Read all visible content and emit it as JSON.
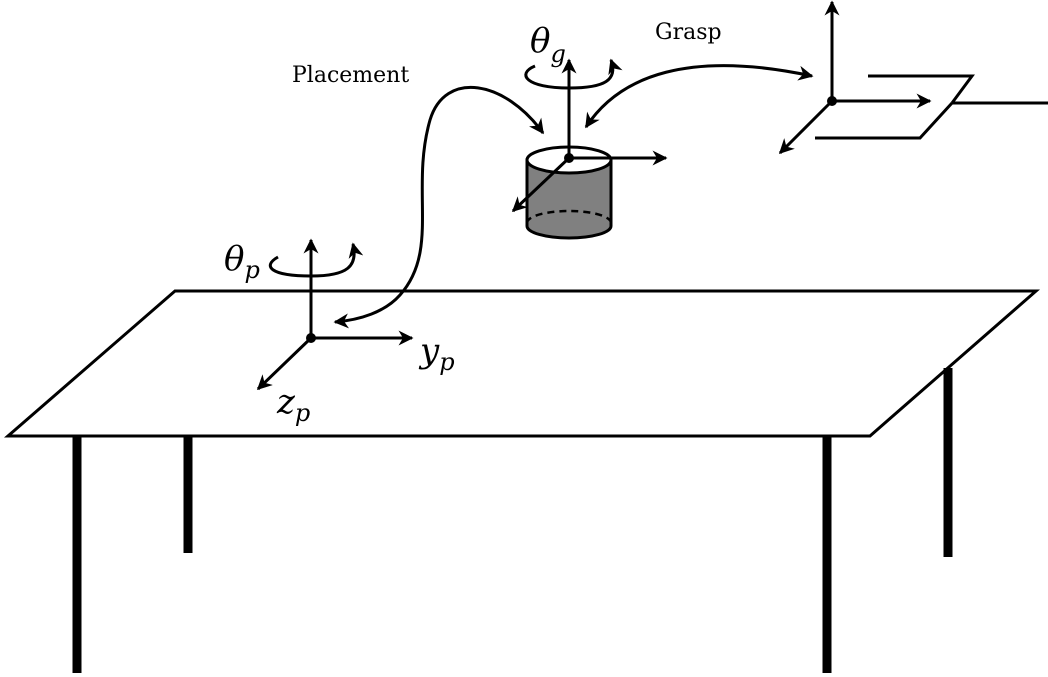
{
  "labels": {
    "placement": "Placement",
    "grasp": "Grasp",
    "theta_g": {
      "base": "θ",
      "sub": "g"
    },
    "theta_p": {
      "base": "θ",
      "sub": "p"
    },
    "y_p": {
      "base": "y",
      "sub": "p"
    },
    "z_p": {
      "base": "z",
      "sub": "p"
    }
  },
  "colors": {
    "line": "#000000",
    "cylinder_fill": "#808080",
    "background": "#ffffff"
  }
}
